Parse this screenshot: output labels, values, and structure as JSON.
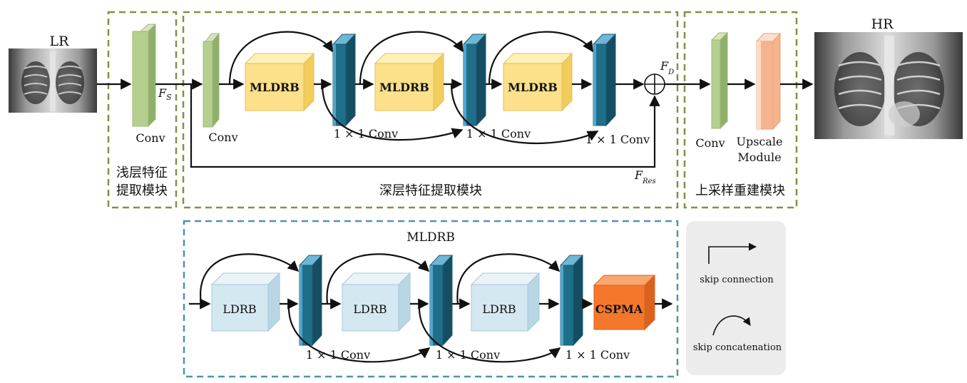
{
  "images": {
    "lr_label": "LR",
    "hr_label": "HR"
  },
  "labels": {
    "conv": "Conv",
    "conv1x1": "1 × 1 Conv",
    "mldrb": "MLDRB",
    "ldrb": "LDRB",
    "cspma": "CSPMA",
    "upscale_line1": "Upscale",
    "upscale_line2": "Module",
    "fs_main": "F",
    "fs_sub": "S",
    "fd_main": "F",
    "fd_sub": "D",
    "fres_main": "F",
    "fres_sub": "Res"
  },
  "modules": {
    "shallow_line1": "浅层特征",
    "shallow_line2": "提取模块",
    "deep": "深层特征提取模块",
    "upsample": "上采样重建模块",
    "detail_title": "MLDRB"
  },
  "legend": {
    "skip_connection": "skip connection",
    "skip_concatenation": "skip concatenation"
  },
  "colors": {
    "green_dash": "#7d9443",
    "blue_dash": "#4c95ad",
    "conv_green": "#b5cf8f",
    "mldrb_yellow": "#fde08a",
    "ldrb_blue": "#d4e8f2",
    "conv1x1_blue": "#1f6f8b",
    "cspma_orange": "#f5772c",
    "upscale_peach": "#f6b48e",
    "legend_bg": "#ececec"
  }
}
